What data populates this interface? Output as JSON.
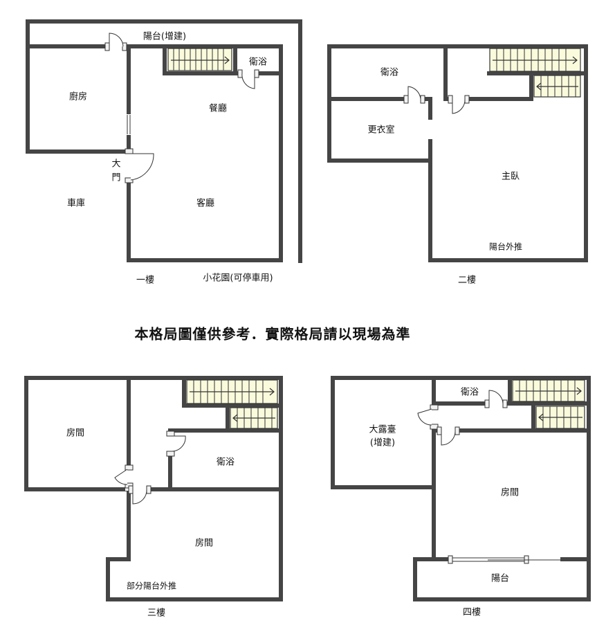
{
  "notice": "本格局圖僅供參考．實際格局請以現場為準",
  "floors": {
    "f1": {
      "name": "一樓",
      "rooms": {
        "balcony": "陽台(增建)",
        "bathroom": "衛浴",
        "kitchen": "廚房",
        "dining": "餐廳",
        "door_top": "大",
        "door_bottom": "門",
        "garage": "車庫",
        "living": "客廳",
        "garden": "小花園(可停車用)"
      }
    },
    "f2": {
      "name": "二樓",
      "rooms": {
        "bathroom": "衛浴",
        "closet": "更衣室",
        "master": "主臥",
        "balcony_ext": "陽台外推"
      }
    },
    "f3": {
      "name": "三樓",
      "rooms": {
        "room_a": "房間",
        "bathroom": "衛浴",
        "room_b": "房間",
        "balcony_ext": "部分陽台外推"
      }
    },
    "f4": {
      "name": "四樓",
      "rooms": {
        "bathroom": "衛浴",
        "terrace_line1": "大露臺",
        "terrace_line2": "(增建)",
        "room": "房間",
        "balcony": "陽台"
      }
    }
  }
}
